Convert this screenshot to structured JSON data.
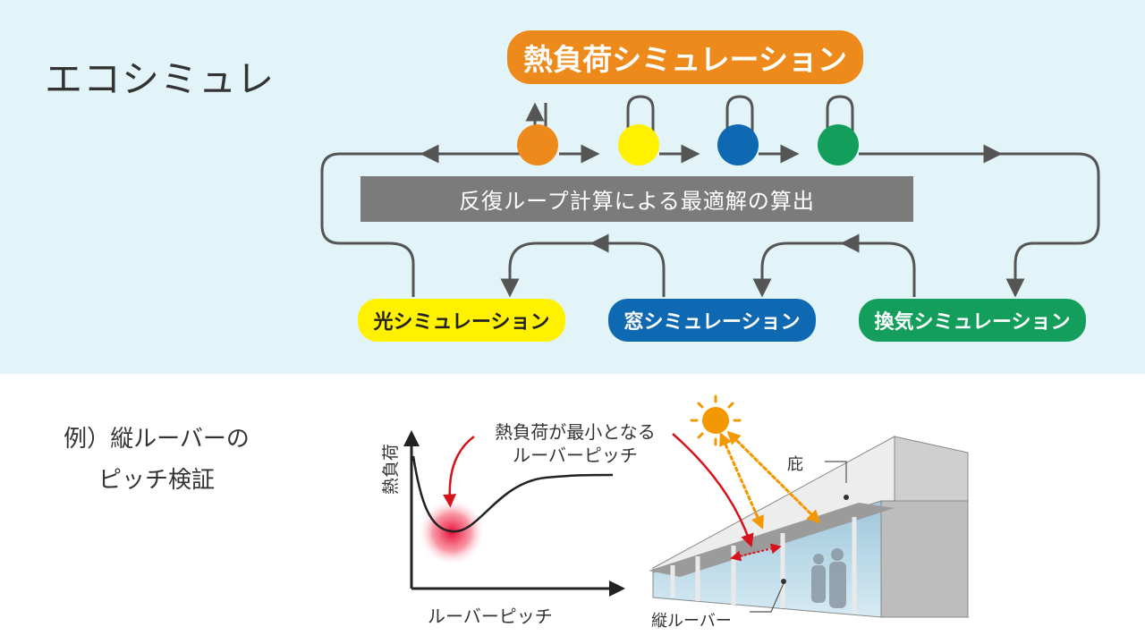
{
  "app_title": "エコシミュレ",
  "main_sim": "熱負荷シミュレーション",
  "loop_bar": "反復ループ計算による最適解の算出",
  "sims": {
    "light": "光シミュレーション",
    "window": "窓シミュレーション",
    "ventilation": "換気シミュレーション"
  },
  "example": {
    "line1": "例）縦ルーバーの",
    "line2": "ピッチ検証",
    "callout_line1": "熱負荷が最小となる",
    "callout_line2": "ルーバーピッチ",
    "y_axis": "熱負荷",
    "x_axis": "ルーバーピッチ",
    "eave_label": "庇",
    "louver_label": "縦ルーバー"
  },
  "colors": {
    "background_top": "#e2f4f7",
    "orange": "#ee8a1b",
    "yellow": "#fff100",
    "blue": "#0f68b2",
    "green": "#139f5b",
    "gray_bar": "#7b7b7b",
    "red_arrow": "#d7141d",
    "sun": "#f39800"
  }
}
